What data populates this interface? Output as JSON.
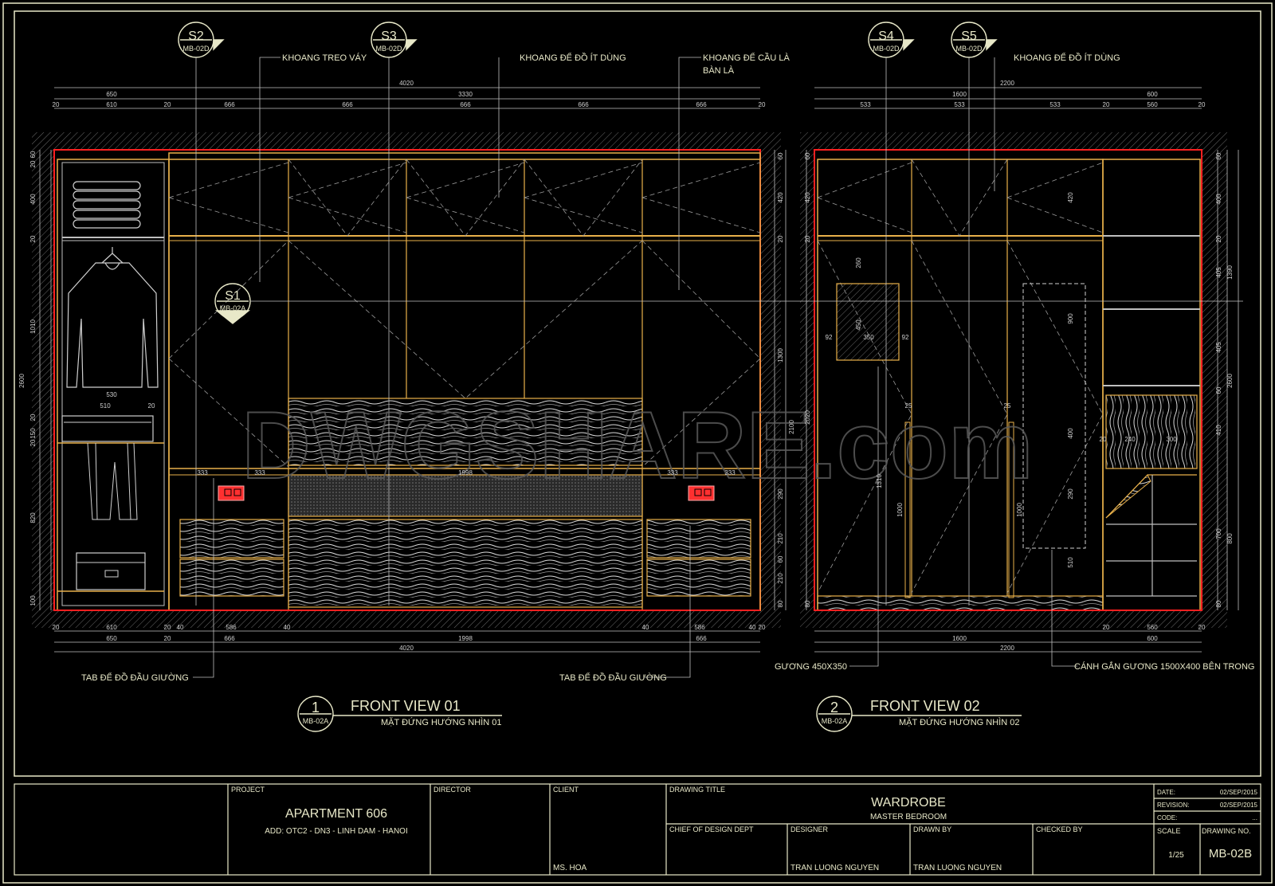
{
  "watermark": "DWGSHARE.com",
  "section_markers": [
    {
      "id": "S2",
      "ref": "MB-02D"
    },
    {
      "id": "S3",
      "ref": "MB-02D"
    },
    {
      "id": "S4",
      "ref": "MB-02D"
    },
    {
      "id": "S5",
      "ref": "MB-02D"
    },
    {
      "id": "S1",
      "ref": "MB-02A"
    }
  ],
  "callouts": {
    "khoang_treo_vay": "KHOANG TREO VÁY",
    "khoang_de_do_it_dung_1": "KHOANG ĐỂ ĐỒ ÍT DÙNG",
    "khoang_de_cau_la_1": "KHOANG ĐỂ CẦU LÀ",
    "khoang_de_cau_la_2": "BÀN LÀ",
    "khoang_de_do_it_dung_2": "KHOANG ĐỂ ĐỒ ÍT DÙNG",
    "tab_left": "TAB ĐỂ ĐỒ ĐẦU GIƯỜNG",
    "tab_right": "TAB ĐỂ ĐỒ ĐẦU GIƯỜNG",
    "guong": "GƯƠNG 450X350",
    "canh_gan_guong": "CÁNH GẮN GƯƠNG 1500X400 BÊN TRONG"
  },
  "dims_view1": {
    "top_overall": "4020",
    "top_left_650": "650",
    "top_3330": "3330",
    "top_row": [
      "20",
      "610",
      "20",
      "666",
      "666",
      "666",
      "666",
      "666",
      "20"
    ],
    "bottom_row": [
      "20",
      "610",
      "20",
      "40",
      "586",
      "40",
      "1998",
      "40",
      "586",
      "40",
      "20"
    ],
    "bottom_650": "650",
    "bottom_666a": "666",
    "bottom_666b": "666",
    "bottom_overall": "4020",
    "left_v": [
      "20",
      "60",
      "400",
      "20",
      "1010",
      "20",
      "150",
      "20",
      "820",
      "100"
    ],
    "left_total": "2600",
    "right_v": [
      "60",
      "420",
      "20",
      "1300",
      "290",
      "210",
      "60",
      "210",
      "80"
    ],
    "right_total": "2100",
    "inner_530": "530",
    "inner_510": "510",
    "inner_20": "20",
    "bed_dims": [
      "333",
      "333",
      "1998",
      "333",
      "333"
    ]
  },
  "dims_view2": {
    "top_overall": "2200",
    "top_1600": "1600",
    "top_600": "600",
    "top_row": [
      "533",
      "533",
      "533",
      "20",
      "560",
      "20"
    ],
    "bottom_row": [
      "20",
      "560",
      "20"
    ],
    "bottom_1600": "1600",
    "bottom_600": "600",
    "bottom_overall": "2200",
    "left_v": [
      "60",
      "420",
      "20",
      "2020",
      "80"
    ],
    "mirror_dims": [
      "260",
      "450",
      "92",
      "350",
      "92"
    ],
    "door_dims": [
      "25",
      "25",
      "1310",
      "1000",
      "1000"
    ],
    "mirror_door": [
      "900",
      "400",
      "290",
      "510"
    ],
    "right_v": [
      "60",
      "400",
      "20",
      "405",
      "405",
      "60",
      "410",
      "700",
      "80"
    ],
    "right_total_a": "1390",
    "right_total_b": "2600",
    "right_total_c": "800",
    "shelf_dims": [
      "20",
      "240",
      "300"
    ],
    "right_420": "420"
  },
  "views": [
    {
      "num": "1",
      "ref": "MB-02A",
      "title": "FRONT VIEW 01",
      "subtitle": "MẶT ĐỨNG HƯỚNG NHÌN 01"
    },
    {
      "num": "2",
      "ref": "MB-02A",
      "title": "FRONT VIEW 02",
      "subtitle": "MẶT ĐỨNG HƯỚNG NHÌN 02"
    }
  ],
  "title_block": {
    "project_label": "PROJECT",
    "project_name": "APARTMENT 606",
    "address": "ADD: OTC2 - DN3 - LINH DAM - HANOI",
    "director_label": "DIRECTOR",
    "client_label": "CLIENT",
    "client_name": "MS. HOA",
    "drawing_title_label": "DRAWING TITLE",
    "drawing_title": "WARDROBE",
    "drawing_subtitle": "MASTER BEDROOM",
    "chief_label": "CHIEF OF DESIGN DEPT",
    "designer_label": "DESIGNER",
    "designer_name": "TRAN LUONG NGUYEN",
    "drawn_by_label": "DRAWN BY",
    "drawn_by_name": "TRAN LUONG NGUYEN",
    "checked_by_label": "CHECKED BY",
    "date_label": "DATE:",
    "date_value": "02/SEP/2015",
    "revision_label": "REVISION:",
    "revision_value": "02/SEP/2015",
    "code_label": "CODE:",
    "code_value": "...",
    "scale_label": "SCALE",
    "scale_value": "1/25",
    "drawing_no_label": "DRAWING NO.",
    "drawing_no_value": "MB-02B"
  },
  "colors": {
    "background": "#000000",
    "frame": "#e8e8c8",
    "dimension": "#bfbfbf",
    "carcass": "#e8b04a",
    "outline_red": "#ff2020",
    "socket": "#ff3030",
    "hatch": "#666666"
  }
}
